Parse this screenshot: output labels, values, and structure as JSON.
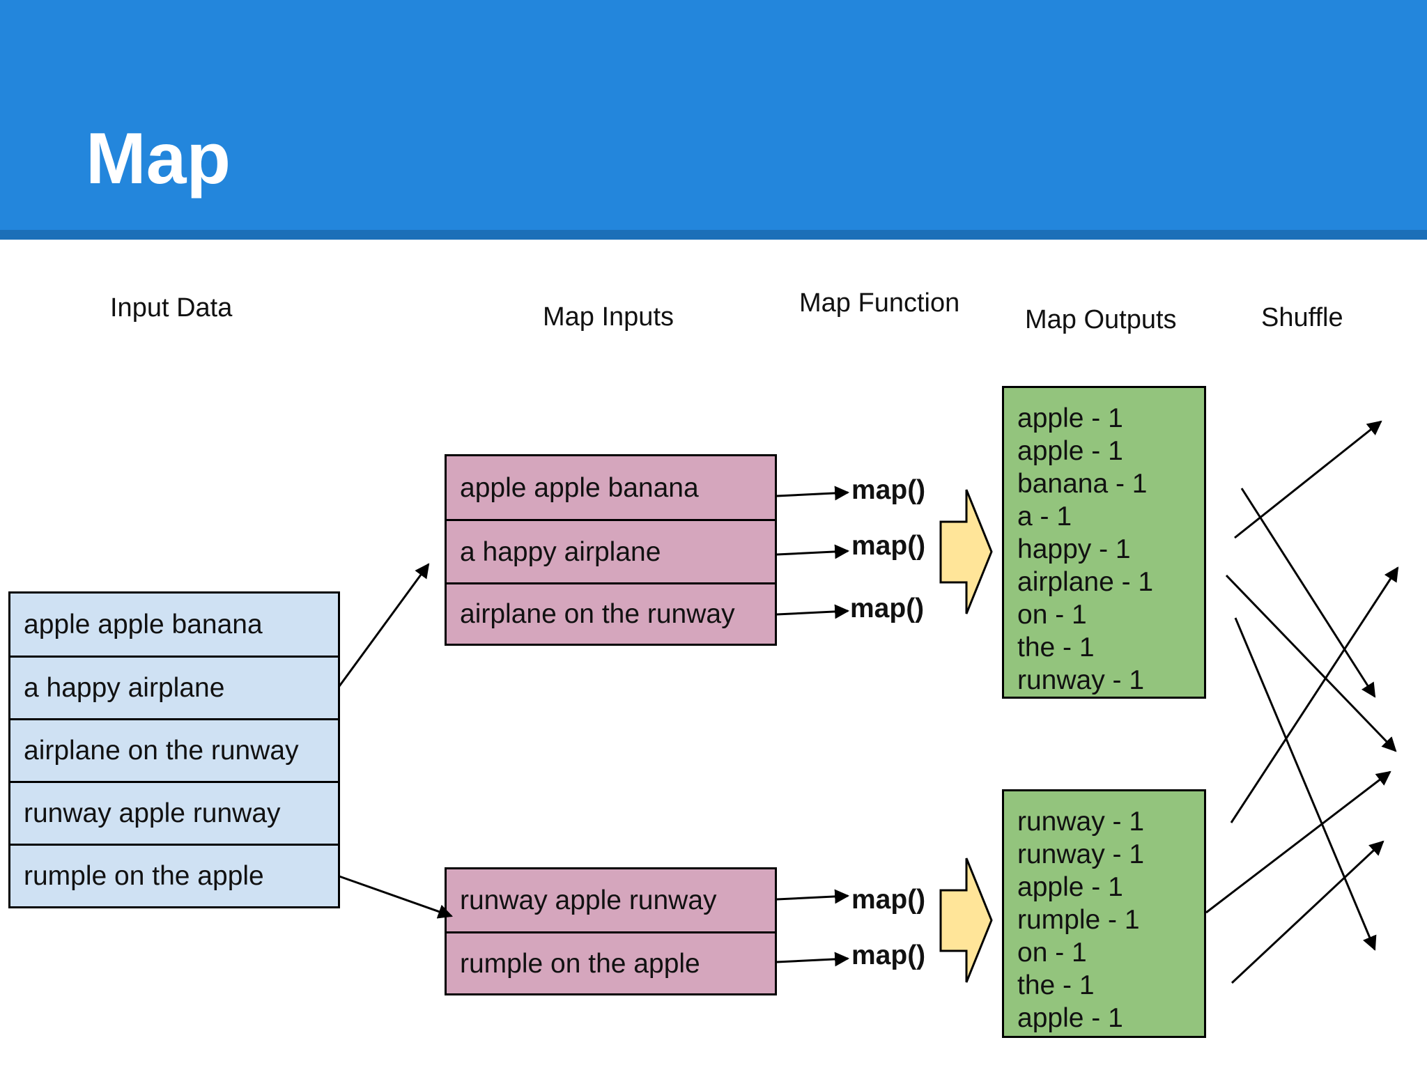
{
  "slide": {
    "title": "Map",
    "colors": {
      "header": "#2386dc",
      "input_cells": "#cfe1f3",
      "map_input_cells": "#d5a6bd",
      "map_output_boxes": "#93c47d",
      "map_arrow": "#ffe599"
    }
  },
  "columns": {
    "input_data": "Input Data",
    "map_inputs": "Map Inputs",
    "map_function": "Map Function",
    "map_outputs": "Map Outputs",
    "shuffle": "Shuffle"
  },
  "input_data": [
    "apple apple banana",
    "a happy airplane",
    "airplane on the runway",
    "runway apple runway",
    "rumple on the apple"
  ],
  "map_inputs": {
    "split1": [
      "apple apple banana",
      "a happy airplane",
      "airplane on the runway"
    ],
    "split2": [
      "runway apple runway",
      "rumple on the apple"
    ]
  },
  "map_function": {
    "label": "map()"
  },
  "map_outputs": {
    "split1": [
      "apple - 1",
      "apple - 1",
      "banana - 1",
      "a - 1",
      "happy - 1",
      "airplane - 1",
      "on - 1",
      "the - 1",
      "runway - 1"
    ],
    "split2": [
      "runway - 1",
      "runway - 1",
      "apple - 1",
      "rumple - 1",
      "on - 1",
      "the - 1",
      "apple - 1"
    ]
  }
}
